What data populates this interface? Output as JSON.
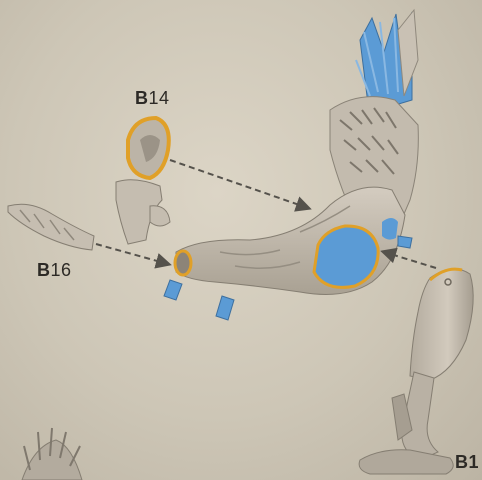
{
  "parts": {
    "b14": {
      "prefix": "B",
      "number": "14"
    },
    "b16": {
      "prefix": "B",
      "number": "16"
    },
    "b1": {
      "label": "B1"
    }
  },
  "colors": {
    "background": "#d3ccbd",
    "part_plastic": "#c7bfb2",
    "glue_highlight": "#e0a028",
    "contact_highlight": "#5b9bd5",
    "arrow": "#55524c",
    "label_text": "#2d2a26"
  }
}
